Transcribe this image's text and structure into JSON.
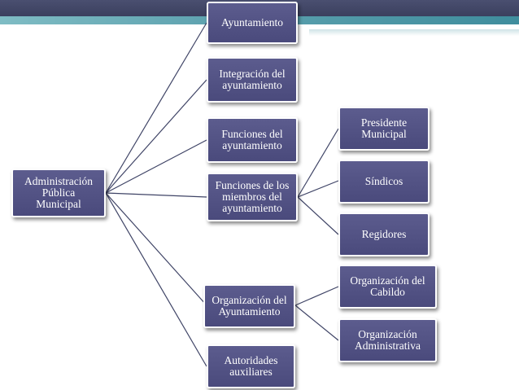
{
  "diagram": {
    "root": "Administración\nPública\nMunicipal",
    "level1": [
      "Ayuntamiento",
      "Integración del\nayuntamiento",
      "Funciones del\nayuntamiento",
      "Funciones de los\nmiembros del\nayuntamiento",
      "Organización del\nAyuntamiento",
      "Autoridades\nauxiliares"
    ],
    "members": [
      "Presidente\nMunicipal",
      "Síndicos",
      "Regidores"
    ],
    "organization": [
      "Organización del\nCabildo",
      "Organización\nAdministrativa"
    ]
  },
  "colors": {
    "node_fill": "#5c5c8e",
    "connector": "#3f4466",
    "header_dark": "#2f3350",
    "header_teal": "#5fa3b0"
  }
}
